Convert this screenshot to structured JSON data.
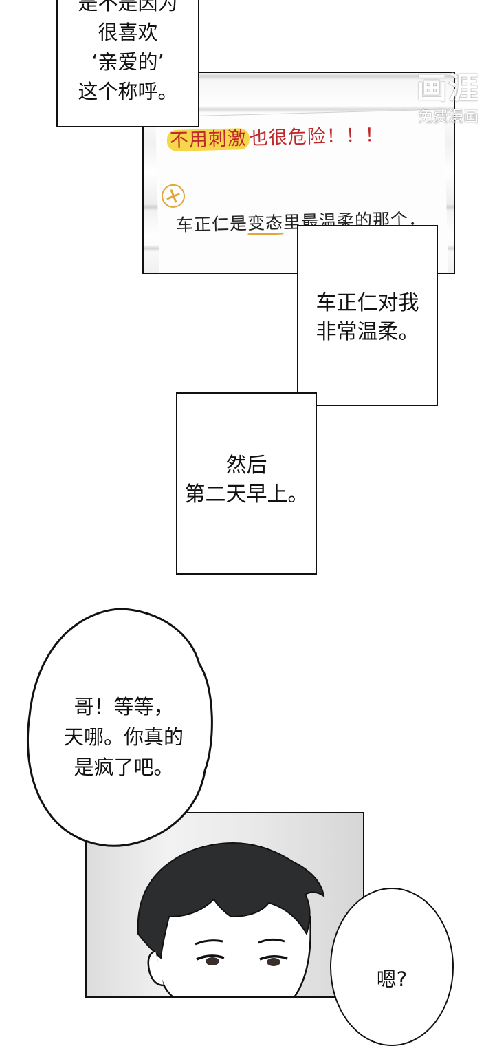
{
  "captions": {
    "top_box": "是不是因为\n很喜欢\n‘亲爱的’\n这个称呼。",
    "middle_box": "车正仁对我\n非常温柔。",
    "lower_box": "然后\n第二天早上。"
  },
  "notes": {
    "line1_highlight": "不用刺激",
    "line1_rest": "也很危险！！！",
    "line2_start": "车正仁是",
    "line2_underlined": "变态",
    "line2_end": "里最温柔的那个．"
  },
  "watermark": {
    "logo": "画涯",
    "sub": "免费漫画"
  },
  "speech": {
    "bubble_large": "哥！等等，\n天哪。你真的\n是疯了吧。",
    "bubble_small": "嗯?"
  },
  "colors": {
    "red_text": "#c0292b",
    "highlight_yellow": "#f6d64a",
    "orange_pen": "#e0a63a",
    "hair": "#2b2d2f"
  }
}
